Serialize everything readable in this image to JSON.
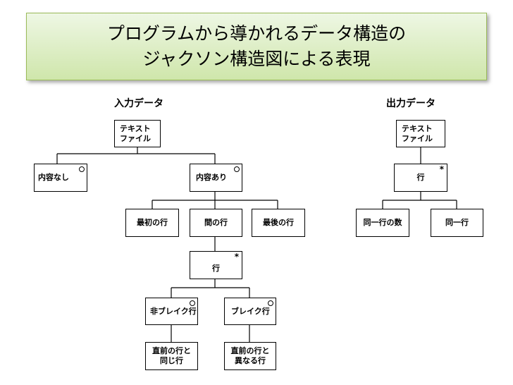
{
  "title": {
    "line1": "プログラムから導かれるデータ構造の",
    "line2": "ジャクソン構造図による表現"
  },
  "input_section": {
    "label": "入力データ",
    "nodes": {
      "text_file": {
        "line1": "テキスト",
        "line2": "ファイル"
      },
      "no_content": "内容なし",
      "has_content": "内容あり",
      "first_line": "最初の行",
      "middle_lines": "間の行",
      "last_line": "最後の行",
      "line": "行",
      "non_break_line": "非ブレイク行",
      "break_line": "ブレイク行",
      "same_as_prev": {
        "line1": "直前の行と",
        "line2": "同じ行"
      },
      "diff_from_prev": {
        "line1": "直前の行と",
        "line2": "異なる行"
      }
    }
  },
  "output_section": {
    "label": "出力データ",
    "nodes": {
      "text_file": {
        "line1": "テキスト",
        "line2": "ファイル"
      },
      "line": "行",
      "same_line_count": "同一行の数",
      "same_line": "同一行"
    }
  },
  "markers": {
    "iteration": "*"
  }
}
